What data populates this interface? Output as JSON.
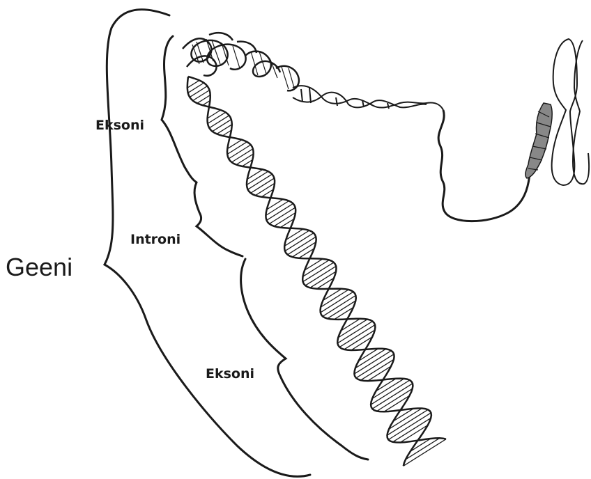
{
  "labels": {
    "gene": "Geeni",
    "exon_top": "Eksoni",
    "intron": "Introni",
    "exon_bottom": "Eksoni"
  },
  "colors": {
    "ink": "#1a1a1a",
    "background": "#ffffff",
    "chromosome_fill": "#ffffff",
    "chromatin": "#555555"
  }
}
